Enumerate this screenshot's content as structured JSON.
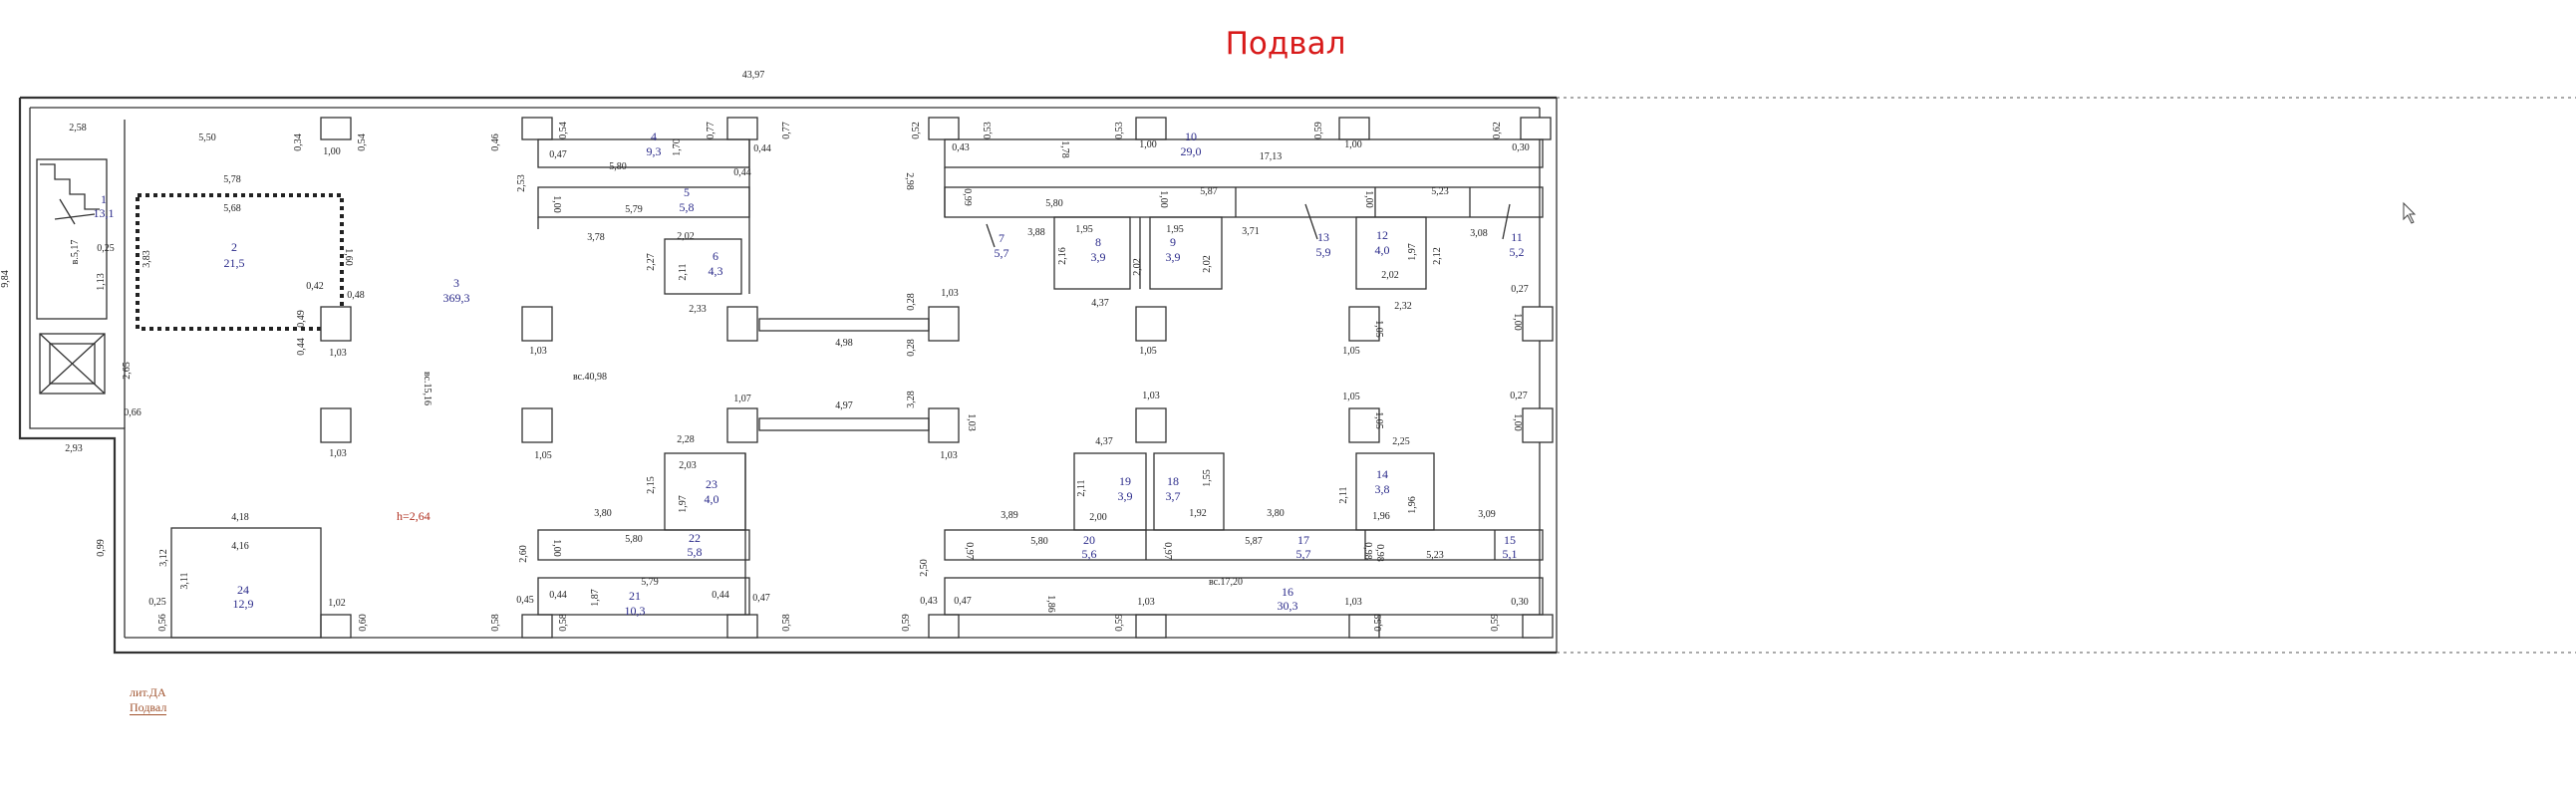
{
  "title": "Подвал",
  "legend": {
    "line1": "лит.ДА",
    "line2": "Подвал"
  },
  "height_note": "h=2,64",
  "rooms": [
    {
      "n": "1",
      "area": "13,1"
    },
    {
      "n": "2",
      "area": "21,5"
    },
    {
      "n": "3",
      "area": "369,3"
    },
    {
      "n": "4",
      "area": "9,3"
    },
    {
      "n": "5",
      "area": "5,8"
    },
    {
      "n": "6",
      "area": "4,3"
    },
    {
      "n": "7",
      "area": "5,7"
    },
    {
      "n": "8",
      "area": "3,9"
    },
    {
      "n": "9",
      "area": "3,9"
    },
    {
      "n": "10",
      "area": "29,0"
    },
    {
      "n": "11",
      "area": "5,2"
    },
    {
      "n": "12",
      "area": "4,0"
    },
    {
      "n": "13",
      "area": "5,9"
    },
    {
      "n": "14",
      "area": "3,8"
    },
    {
      "n": "15",
      "area": "5,1"
    },
    {
      "n": "16",
      "area": "30,3"
    },
    {
      "n": "17",
      "area": "5,7"
    },
    {
      "n": "18",
      "area": "3,7"
    },
    {
      "n": "19",
      "area": "3,9"
    },
    {
      "n": "20",
      "area": "5,6"
    },
    {
      "n": "21",
      "area": "10,3"
    },
    {
      "n": "22",
      "area": "5,8"
    },
    {
      "n": "23",
      "area": "4,0"
    },
    {
      "n": "24",
      "area": "12,9"
    }
  ],
  "dims": [
    "43,97",
    "2,58",
    "5,50",
    "0,34",
    "1,00",
    "0,54",
    "0,46",
    "0,54",
    "0,47",
    "4",
    "1,70",
    "0,77",
    "0,44",
    "0,77",
    "0,52",
    "0,53",
    "0,43",
    "1,78",
    "0,53",
    "1,00",
    "0,59",
    "17,13",
    "1,00",
    "0,62",
    "0,30",
    "5,78",
    "5,68",
    "5,80",
    "2,53",
    "1,00",
    "5,79",
    "0,44",
    "2,98",
    "0,99",
    "5,80",
    "1,00",
    "5,87",
    "1,00",
    "5,23",
    "3,78",
    "2,02",
    "2,27",
    "2,11",
    "3,88",
    "1,95",
    "2,16",
    "2,02",
    "1,95",
    "2,02",
    "3,71",
    "1,97",
    "2,12",
    "3,08",
    "2,02",
    "4,37",
    "2,32",
    "0,27",
    "3,83",
    "1,60",
    "0,42",
    "0,48",
    "0,49",
    "0,44",
    "1,03",
    "2,33",
    "0,28",
    "1,03",
    "1,03",
    "4,98",
    "0,28",
    "1,05",
    "1,05",
    "1,05",
    "1,00",
    "0,25",
    "1,13",
    "в.5,17",
    "9,84",
    "2,65",
    "0,66",
    "2,93",
    "вс.15,16",
    "вс.40,98",
    "1,03",
    "1,07",
    "4,97",
    "3,28",
    "1,03",
    "1,03",
    "0,27",
    "1,00",
    "1,03",
    "1,05",
    "1,05",
    "1,05",
    "2,28",
    "2,03",
    "4,37",
    "2,25",
    "2,15",
    "3,80",
    "1,97",
    "2,11",
    "1,96",
    "2,11",
    "1,55",
    "3,89",
    "3,80",
    "1,96",
    "3,09",
    "4,18",
    "4,16",
    "5,80",
    "2,00",
    "5,80",
    "5,87",
    "1,92",
    "5,23",
    "0,99",
    "3,12",
    "3,11",
    "2,60",
    "1,00",
    "5,79",
    "2,50",
    "0,97",
    "0,97",
    "0,98",
    "0,98",
    "вс.17,20",
    "0,25",
    "0,56",
    "1,02",
    "0,60",
    "0,45",
    "0,58",
    "0,44",
    "1,87",
    "0,44",
    "0,47",
    "0,58",
    "0,58",
    "0,59",
    "0,43",
    "0,47",
    "1,86",
    "1,03",
    "0,59",
    "1,03",
    "0,59",
    "0,59",
    "0,30"
  ]
}
